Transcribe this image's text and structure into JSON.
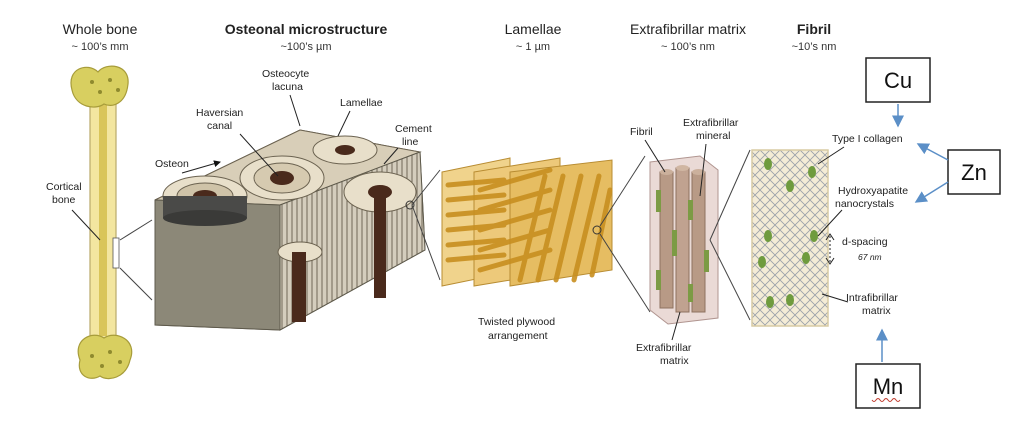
{
  "headers": [
    {
      "title": "Whole bone",
      "scale": "~ 100’s mm"
    },
    {
      "title": "Osteonal microstructure",
      "scale": "~100’s µm"
    },
    {
      "title": "Lamellae",
      "scale": "~ 1 µm"
    },
    {
      "title": "Extrafibrillar matrix",
      "scale": "~ 100’s nm"
    },
    {
      "title": "Fibril",
      "scale": "~10’s nm"
    }
  ],
  "labels": {
    "cortical_bone": [
      "Cortical",
      "bone"
    ],
    "osteon": "Osteon",
    "haversian_canal": [
      "Haversian",
      "canal"
    ],
    "osteocyte_lacuna": [
      "Osteocyte",
      "lacuna"
    ],
    "lamellae": "Lamellae",
    "cement_line": [
      "Cement",
      "line"
    ],
    "twisted_plywood": [
      "Twisted plywood",
      "arrangement"
    ],
    "fibril": "Fibril",
    "extrafibrillar_mineral": [
      "Extrafibrillar",
      "mineral"
    ],
    "extrafibrillar_matrix": [
      "Extrafibrillar",
      "matrix"
    ],
    "type1_collagen": "Type I collagen",
    "hydroxyapatite": [
      "Hydroxyapatite",
      "nanocrystals"
    ],
    "d_spacing": "d-spacing",
    "d_spacing_value": "67 nm",
    "intrafibrillar_matrix": [
      "Intrafibrillar",
      "matrix"
    ]
  },
  "ions": {
    "cu": "Cu",
    "zn": "Zn",
    "mn": "Mn"
  },
  "colors": {
    "arrow": "#5b8fc7",
    "bone": "#f3e6a0",
    "marrow": "#c9c04a",
    "collagen": "#c9ad96",
    "mineral": "#7c9b44"
  }
}
